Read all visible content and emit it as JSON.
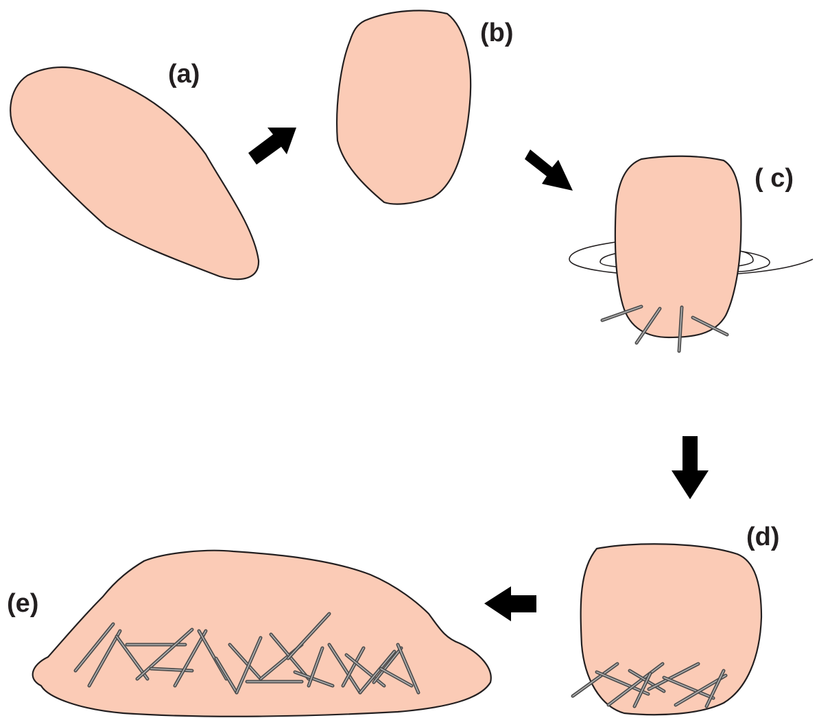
{
  "labels": {
    "a": "(a)",
    "b": "(b)",
    "c": "( c)",
    "d": "(d)",
    "e": "(e)"
  },
  "colors": {
    "shape_fill": "#fbcbb6",
    "outline": "#231f20",
    "arrow": "#000000",
    "needle": "#4d4d4d"
  }
}
